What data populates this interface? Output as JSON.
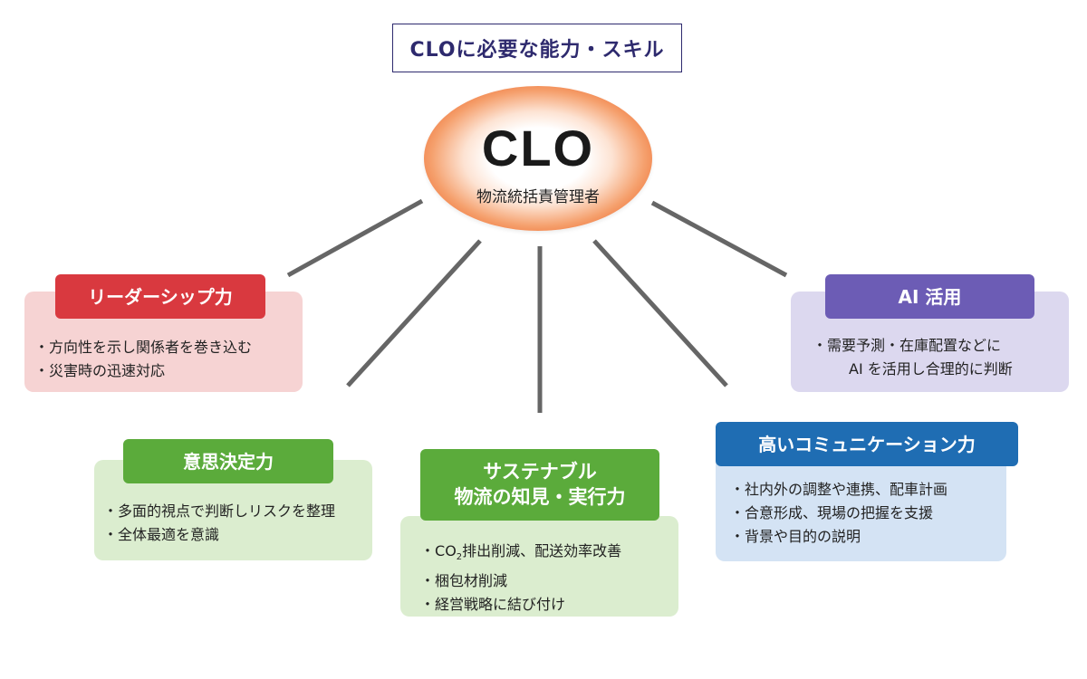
{
  "title": "CLOに必要な能力・スキル",
  "center": {
    "title": "CLO",
    "subtitle": "物流統括責管理者"
  },
  "colors": {
    "leadership": "#d9393f",
    "leadership_bg": "#f6d3d3",
    "ai": "#6c5cb5",
    "ai_bg": "#dcd8ef",
    "decision": "#5bab3b",
    "decision_bg": "#dbedcf",
    "sustainable": "#5bab3b",
    "sustainable_bg": "#dbedcf",
    "communication": "#1f6db3",
    "communication_bg": "#d4e3f4",
    "lines": "#666666"
  },
  "leadership": {
    "label": "リーダーシップ力",
    "items": [
      "方向性を示し関係者を巻き込む",
      "災害時の迅速対応"
    ]
  },
  "ai": {
    "label": "AI 活用",
    "line1": "需要予測・在庫配置などに",
    "line2": "AI を活用し合理的に判断"
  },
  "decision": {
    "label": "意思決定力",
    "items": [
      "多面的視点で判断しリスクを整理",
      "全体最適を意識"
    ]
  },
  "sustainable": {
    "label_line1": "サステナブル",
    "label_line2": "物流の知見・実行力",
    "co2_prefix": "CO",
    "co2_sub": "2",
    "co2_rest": "排出削減、配送効率改善",
    "items": [
      "梱包材削減",
      "経営戦略に結び付け"
    ]
  },
  "communication": {
    "label": "高いコミュニケーション力",
    "items": [
      "社内外の調整や連携、配車計画",
      "合意形成、現場の把握を支援",
      "背景や目的の説明"
    ]
  }
}
